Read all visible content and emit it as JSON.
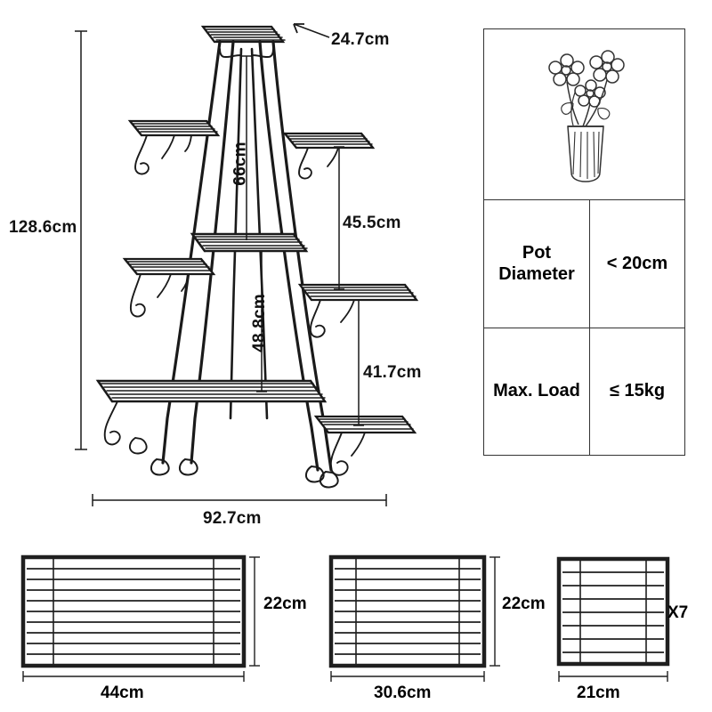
{
  "diagram": {
    "title": "plant-stand-dimension-diagram",
    "main_unit": {
      "height": "128.6cm",
      "top_shelf_width": "24.7cm",
      "tier_height_66": "66cm",
      "tier_height_45_5": "45.5cm",
      "tier_height_48_8": "48.8cm",
      "tier_height_41_7": "41.7cm",
      "base_width": "92.7cm"
    },
    "spec_table": {
      "illustration": "flower-vase-icon",
      "rows": [
        {
          "label": "Pot\nDiameter",
          "label_line1": "Pot",
          "label_line2": "Diameter",
          "value": "< 20cm"
        },
        {
          "label": "Max. Load",
          "label_line1": "Max. Load",
          "label_line2": "",
          "value": "≤ 15kg"
        }
      ]
    },
    "panels": [
      {
        "name": "panel-large",
        "width_label": "44cm",
        "height_label": "22cm",
        "qty_label": "",
        "slats": 9
      },
      {
        "name": "panel-medium",
        "width_label": "30.6cm",
        "height_label": "22cm",
        "qty_label": "",
        "slats": 9
      },
      {
        "name": "panel-small",
        "width_label": "21cm",
        "height_label": "",
        "qty_label": "X7",
        "slats": 7
      }
    ]
  },
  "colors": {
    "line": "#1a1a1a",
    "metal": "#2b2b2b",
    "background": "#ffffff"
  }
}
